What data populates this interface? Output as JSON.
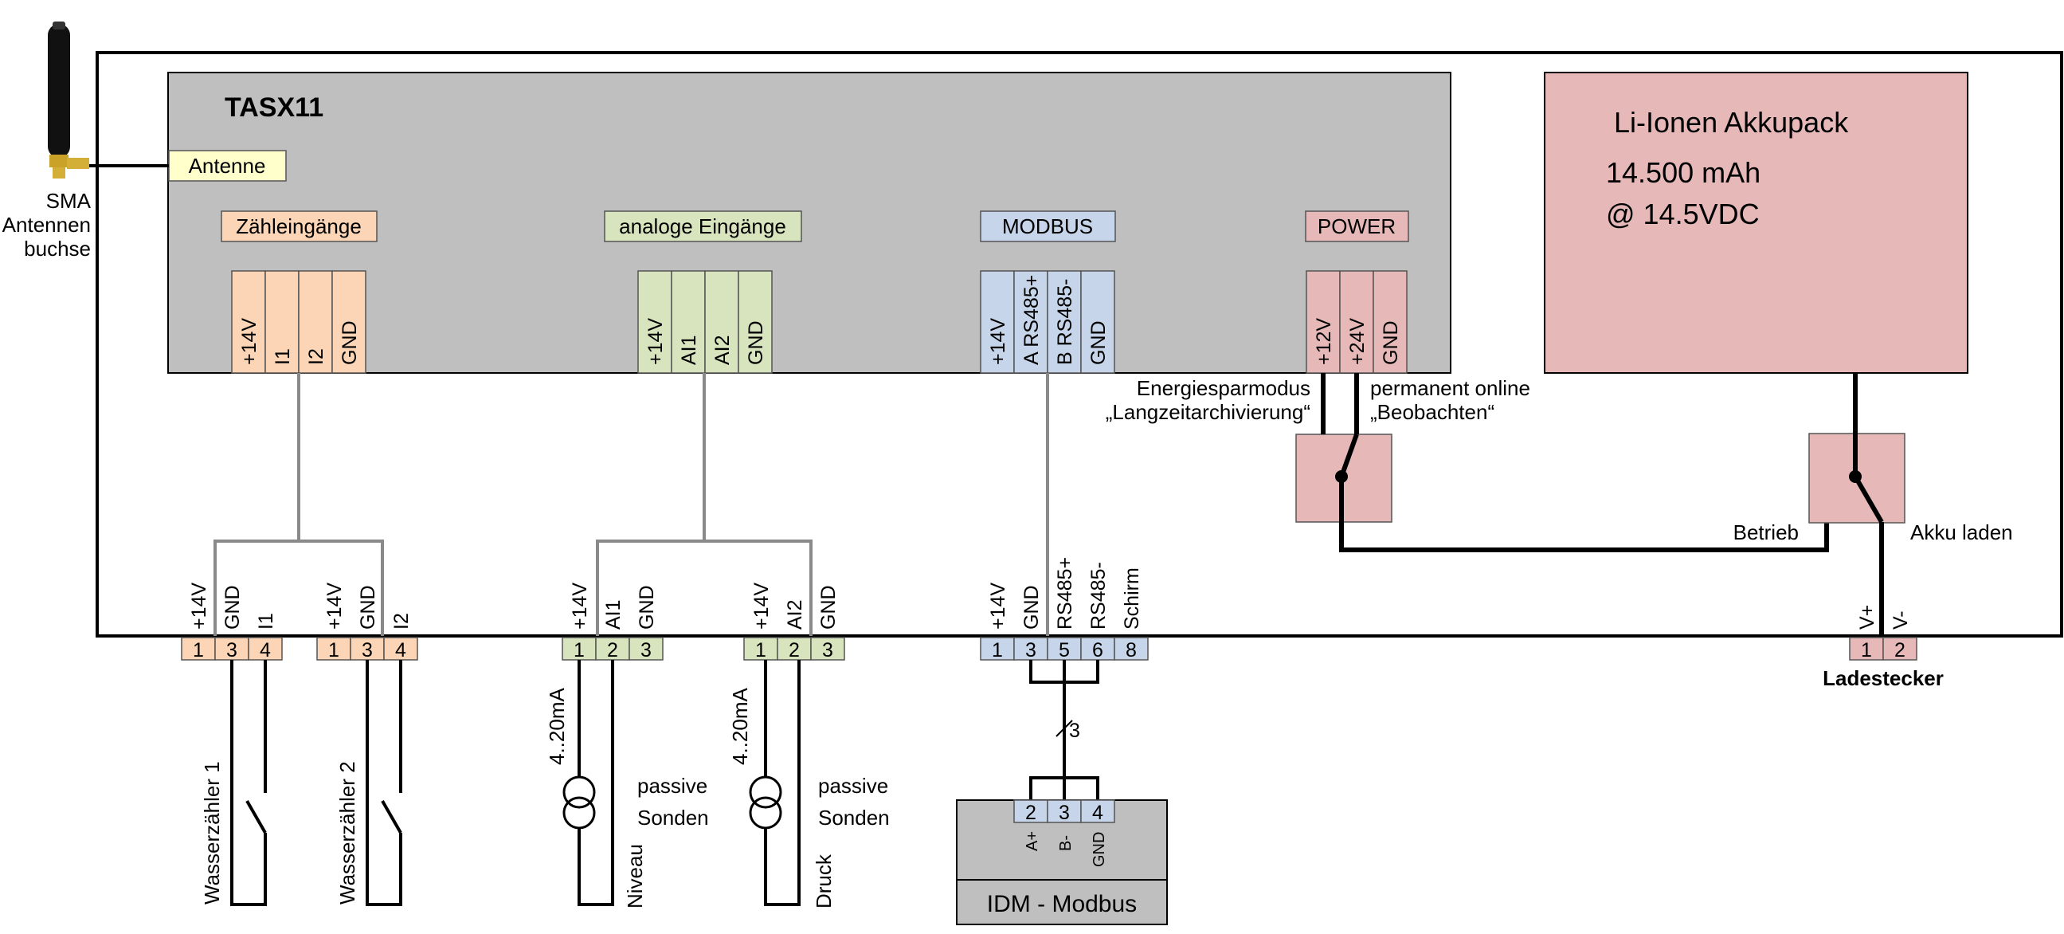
{
  "colors": {
    "orange": "#fbd5b5",
    "green": "#d7e4bd",
    "blue": "#c6d5ea",
    "red": "#e6b9b8",
    "gray": "#bfbfbf",
    "yellow": "#ffffcc"
  },
  "device": {
    "title": "TASX11",
    "antenna_label": "Antenne",
    "sections": {
      "counter": "Zähleingänge",
      "analog": "analoge Eingänge",
      "modbus": "MODBUS",
      "power": "POWER"
    },
    "counter_pins": [
      "+14V",
      "I1",
      "I2",
      "GND"
    ],
    "analog_pins": [
      "+14V",
      "AI1",
      "AI2",
      "GND"
    ],
    "modbus_pins": [
      "+14V",
      "A RS485+",
      "B RS485-",
      "GND"
    ],
    "power_pins": [
      "+12V",
      "+24V",
      "GND"
    ]
  },
  "antenna": {
    "icon": "antenna-icon",
    "line1": "SMA",
    "line2": "Antennen",
    "line3": "buchse"
  },
  "battery": {
    "title": "Li-Ionen Akkupack",
    "capacity": "14.500 mAh",
    "voltage": "@ 14.5VDC"
  },
  "power_switch": {
    "left_line1": "Energiesparmodus",
    "left_line2": "„Langzeitarchivierung“",
    "right_line1": "permanent online",
    "right_line2": "„Beobachten“"
  },
  "charge_switch": {
    "left": "Betrieb",
    "right": "Akku laden"
  },
  "terminals": {
    "t1": {
      "labels": [
        "+14V",
        "GND",
        "I1"
      ],
      "numbers": [
        "1",
        "3",
        "4"
      ]
    },
    "t2": {
      "labels": [
        "+14V",
        "GND",
        "I2"
      ],
      "numbers": [
        "1",
        "3",
        "4"
      ]
    },
    "t3": {
      "labels": [
        "+14V",
        "AI1",
        "GND"
      ],
      "numbers": [
        "1",
        "2",
        "3"
      ]
    },
    "t4": {
      "labels": [
        "+14V",
        "AI2",
        "GND"
      ],
      "numbers": [
        "1",
        "2",
        "3"
      ]
    },
    "t5": {
      "labels": [
        "+14V",
        "GND",
        "RS485+",
        "RS485-",
        "Schirm"
      ],
      "numbers": [
        "1",
        "3",
        "5",
        "6",
        "8"
      ]
    },
    "t6": {
      "labels": [
        "V+",
        "V-"
      ],
      "numbers": [
        "1",
        "2"
      ]
    }
  },
  "charger": {
    "label": "Ladestecker"
  },
  "meters": {
    "m1": "Wasserzähler 1",
    "m2": "Wasserzähler 2"
  },
  "probes": {
    "p1_current": "4..20mA",
    "p1_label1": "passive",
    "p1_label2": "Sonden",
    "p1_name": "Niveau",
    "p2_current": "4..20mA",
    "p2_label1": "passive",
    "p2_label2": "Sonden",
    "p2_name": "Druck"
  },
  "bus_count": "3",
  "idm": {
    "title": "IDM - Modbus",
    "numbers": [
      "2",
      "3",
      "4"
    ],
    "labels": [
      "A+",
      "B-",
      "GND"
    ]
  }
}
